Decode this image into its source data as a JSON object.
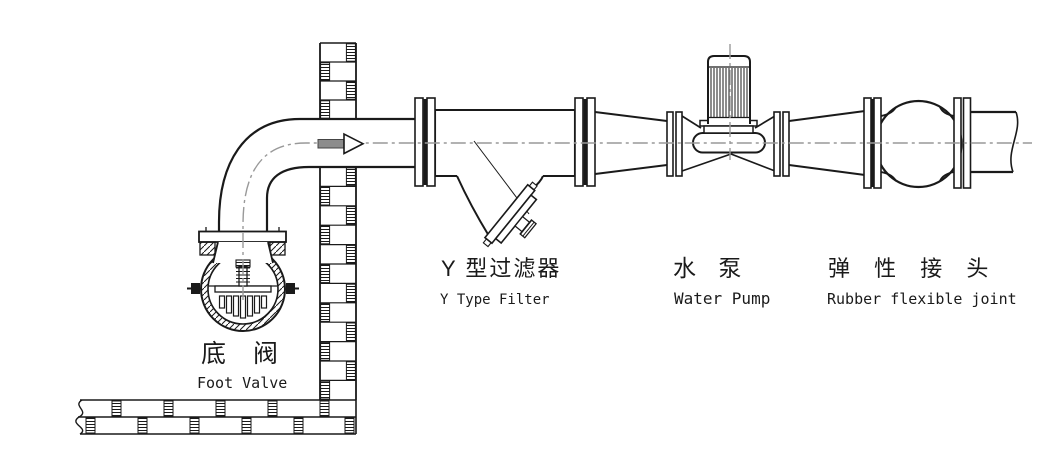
{
  "diagram_type": "piping-installation-schematic",
  "flow": {
    "direction": "right",
    "arrow": "→"
  },
  "labels": {
    "foot_valve": {
      "zh": "底 阀",
      "en": "Foot Valve"
    },
    "y_type_filter": {
      "zh": "Y 型过滤器",
      "en": "Y Type Filter"
    },
    "water_pump": {
      "zh": "水 泵",
      "en": "Water Pump"
    },
    "rubber_flexible_joint": {
      "zh": "弹 性 接 头",
      "en": "Rubber flexible joint"
    }
  },
  "components": [
    "foot-valve",
    "suction-elbow",
    "brick-wall",
    "brick-floor",
    "pipe-flange-pairs",
    "y-type-filter",
    "reducer-cones",
    "water-pump-with-motor",
    "rubber-flexible-joint",
    "pipe-break-symbol"
  ],
  "colors": {
    "line": "#1a1a1a",
    "centerline": "#999999",
    "arrow_fill": "#8c8c8c",
    "background": "#ffffff"
  }
}
